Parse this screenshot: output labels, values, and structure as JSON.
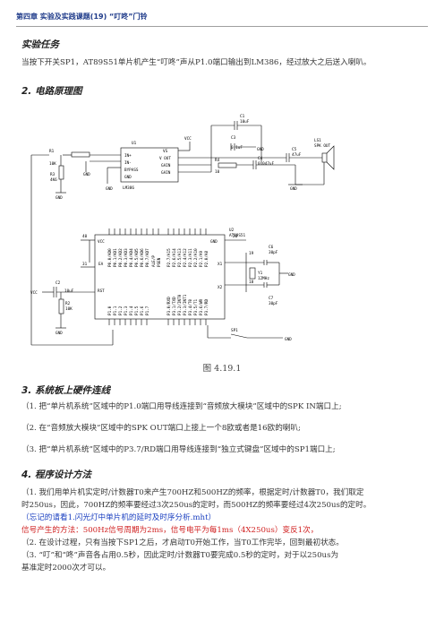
{
  "header": {
    "chapter": "第四章  实验及实践课题(19) “叮咚”门铃"
  },
  "sections": {
    "task_title": "实验任务",
    "task_text": "当按下开关SP1，AT89S51单片机产生“叮咚”声从P1.0端口输出到LM386，经过放大之后送入喇叭。",
    "schematic_title": "2.  电路原理图",
    "figure_caption": "图 4.19.1",
    "wiring_title": "3.  系统板上硬件连线",
    "wiring": [
      "（1.    把“单片机系统”区域中的P1.0端口用导线连接到“音频放大模块”区域中的SPK IN端口上;",
      "（2.    在“音频放大模块”区域中的SPK OUT端口上接上一个8欧或者是16欧的喇叭;",
      "（3.    把“单片机系统”区域中的P3.7/RD端口用导线连接到“独立式键盘”区域中的SP1端口上;"
    ],
    "design_title": "4.  程序设计方法",
    "design_p1_line1": "（1. 我们用单片机实定时/计数器T0来产生700HZ和500HZ的频率，根据定时/计数器T0，我们取定",
    "design_p1_line2": "时250us，因此，700HZ的频率要经过3次250us的定时，而500HZ的频率要经过4次250us的定时。",
    "design_note_blue": "（忘记的请看1.闪光灯中单片机的延时及时序分析.mht）",
    "design_note_red": "信号产生的方法：500Hz信号周期为2ms，信号电平为每1ms（4X250us）变反1次，",
    "design_p2": "（2.    在设计过程，只有当按下SP1之后，才启动T0开始工作，当T0工作完毕，回到最初状态。",
    "design_p3_line1": "（3.    “叮”和“咚”声音各占用0.5秒，因此定时/计数器T0要完成0.5秒的定时，对于以250us为",
    "design_p3_line2": "基准定时2000次才可以。"
  },
  "schematic": {
    "lm386": {
      "ref": "U1",
      "part": "LM386",
      "pins_left": [
        "IN+",
        "IN-",
        "BYPASS",
        "GND"
      ],
      "pins_right": [
        "VS",
        "V OUT",
        "GAIN",
        "GAIN"
      ]
    },
    "mcu": {
      "ref": "U2",
      "part": "AT89S51",
      "p0": [
        "P0.0/AD0",
        "P0.1/AD1",
        "P0.2/AD2",
        "P0.3/AD3",
        "P0.4/AD4",
        "P0.5/AD5",
        "P0.6/AD6",
        "P0.7/AD7"
      ],
      "p2": [
        "P2.0/A8",
        "P2.1/A9",
        "P2.2/A10",
        "P2.3/A11",
        "P2.4/A12",
        "P2.5/A13",
        "P2.6/A14",
        "P2.7/A15"
      ],
      "p1": [
        "P1.0",
        "P1.1",
        "P1.2",
        "P1.3",
        "P1.4",
        "P1.5",
        "P1.6",
        "P1.7"
      ],
      "p3": [
        "P3.0/RXD",
        "P3.1/TXD",
        "P3.2/INT0",
        "P3.3/INT1",
        "P3.4/T0",
        "P3.5/T1",
        "P3.6/WR",
        "P3.7/RD"
      ]
    },
    "labels": {
      "r1": "R1",
      "r1v": "10K",
      "r3": "R3",
      "r3v": "4K6",
      "c1": "C1",
      "c1v": "10uF",
      "c3": "C3",
      "c3v": "0.1uF",
      "c4": "C4",
      "c4v": "0.047uF",
      "r4": "R4",
      "r4v": "10",
      "c5": "C5",
      "c5v": "47uF",
      "ls": "LS1",
      "lsv": "SPK OUT",
      "vcc": "VCC",
      "gnd": "GND",
      "c2": "C2",
      "c2v": "10uF",
      "r2": "R2",
      "r2v": "10K",
      "c6": "C6",
      "c6v": "30pF",
      "c7": "C7",
      "c7v": "30pF",
      "y1": "Y1",
      "y1v": "12MHz",
      "sp1": "SP1",
      "vcc_pin": "VCC",
      "gnd_pin": "GND",
      "ea": "EA",
      "rst": "RST",
      "x1": "X1",
      "x2": "X2",
      "ale": "ALE/P",
      "psen": "PSEN"
    }
  }
}
